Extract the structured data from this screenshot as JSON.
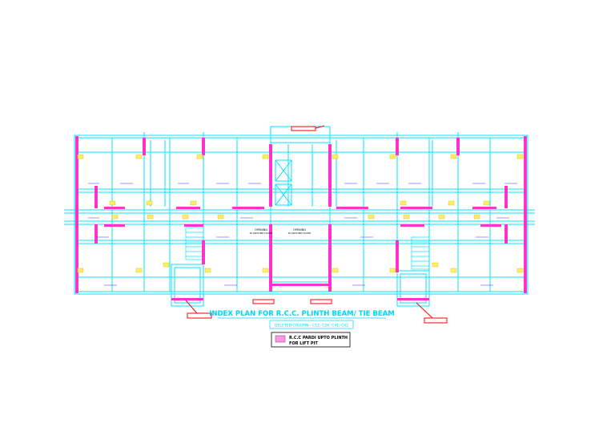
{
  "drawing": {
    "title": "INDEX PLAN FOR R.C.C. PLINTH BEAM/ TIE BEAM",
    "subtitle": "DELETED COLUMN - C12, C26, C41, C42",
    "legend_line1": "R.C.C PARDI UPTO PLINTH",
    "legend_line2": "FOR LIFT PIT",
    "label_opening_left_1": "OPENING",
    "label_opening_left_2": "IN GROUND FLOOR",
    "label_opening_right_1": "OPENING",
    "label_opening_right_2": "IN GROUND FLOOR"
  },
  "colors": {
    "cyan": "#00e5ff",
    "magenta": "#ff33cc",
    "red": "#ff0000",
    "yellow": "#ffee66",
    "blue": "#2233ff",
    "black": "#000000"
  }
}
